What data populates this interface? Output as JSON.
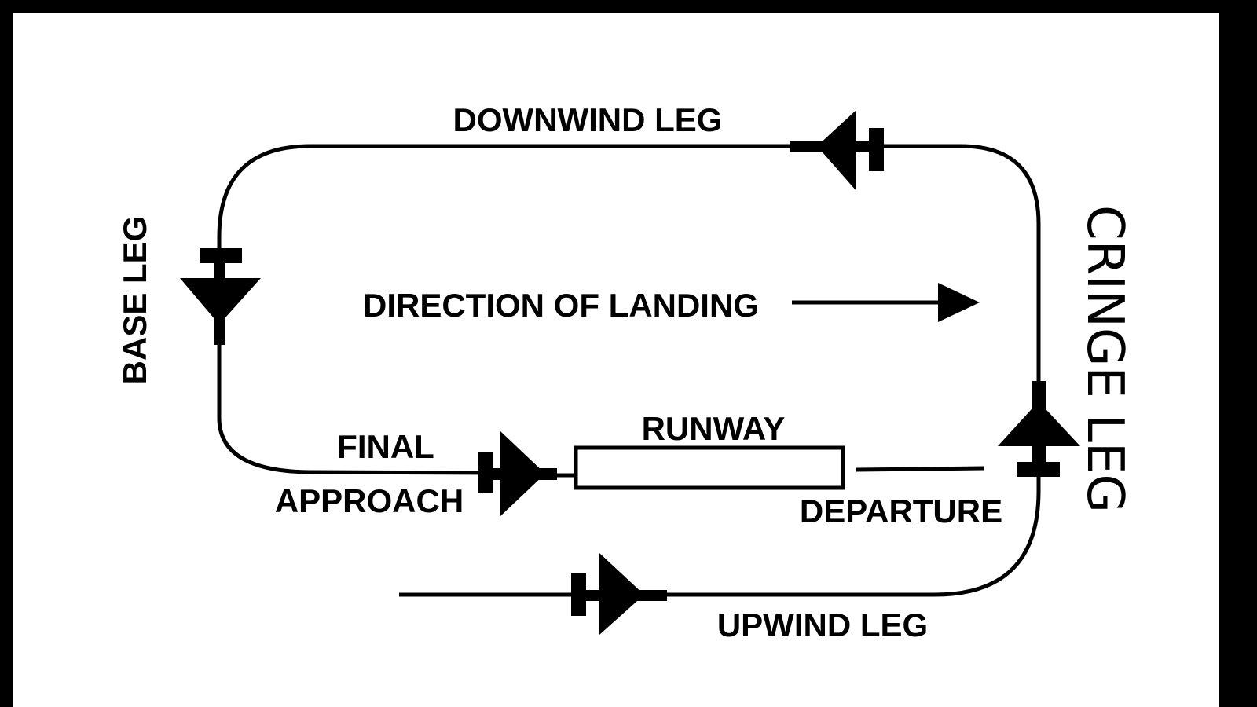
{
  "colors": {
    "ink": "#000000",
    "paper": "#ffffff"
  },
  "labels": {
    "downwind": "DOWNWIND LEG",
    "base": "BASE LEG",
    "direction": "DIRECTION OF LANDING",
    "crosswind": "CRINGE LEG",
    "final_line1": "FINAL",
    "final_line2": "APPROACH",
    "runway": "RUNWAY",
    "departure": "DEPARTURE",
    "upwind": "UPWIND LEG"
  }
}
